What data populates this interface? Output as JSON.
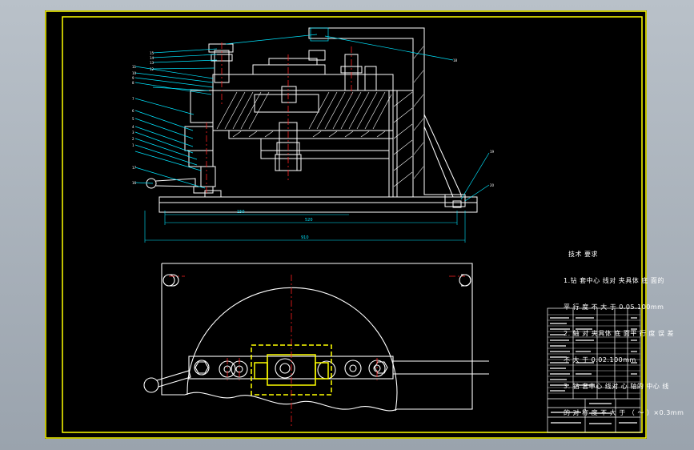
{
  "drawing": {
    "colors": {
      "background": "#000000",
      "frame": "#ffff00",
      "outline": "#ffffff",
      "center_line": "#ff2020",
      "leader": "#00e5ff",
      "hatch": "#ffffff",
      "dimension": "#00e5ff",
      "highlight": "#ffff00"
    },
    "dimensions": [
      "150",
      "520",
      "910"
    ],
    "technical_requirements": {
      "title": "技术 要求",
      "items": [
        "1.钻 套中心 线对 夹具体 底 面的",
        "平 行 度 不 大 于 0.05.100mm",
        "2. 轴 对 夹具体 底 面平 行 度 误 差",
        "不 大 于 0.02.100mm",
        "3. 钻 套中心 线对 心 轴的 中心 线",
        "的 对 称 度 不 大 于 （ ～ ）×0.3mm"
      ]
    }
  }
}
